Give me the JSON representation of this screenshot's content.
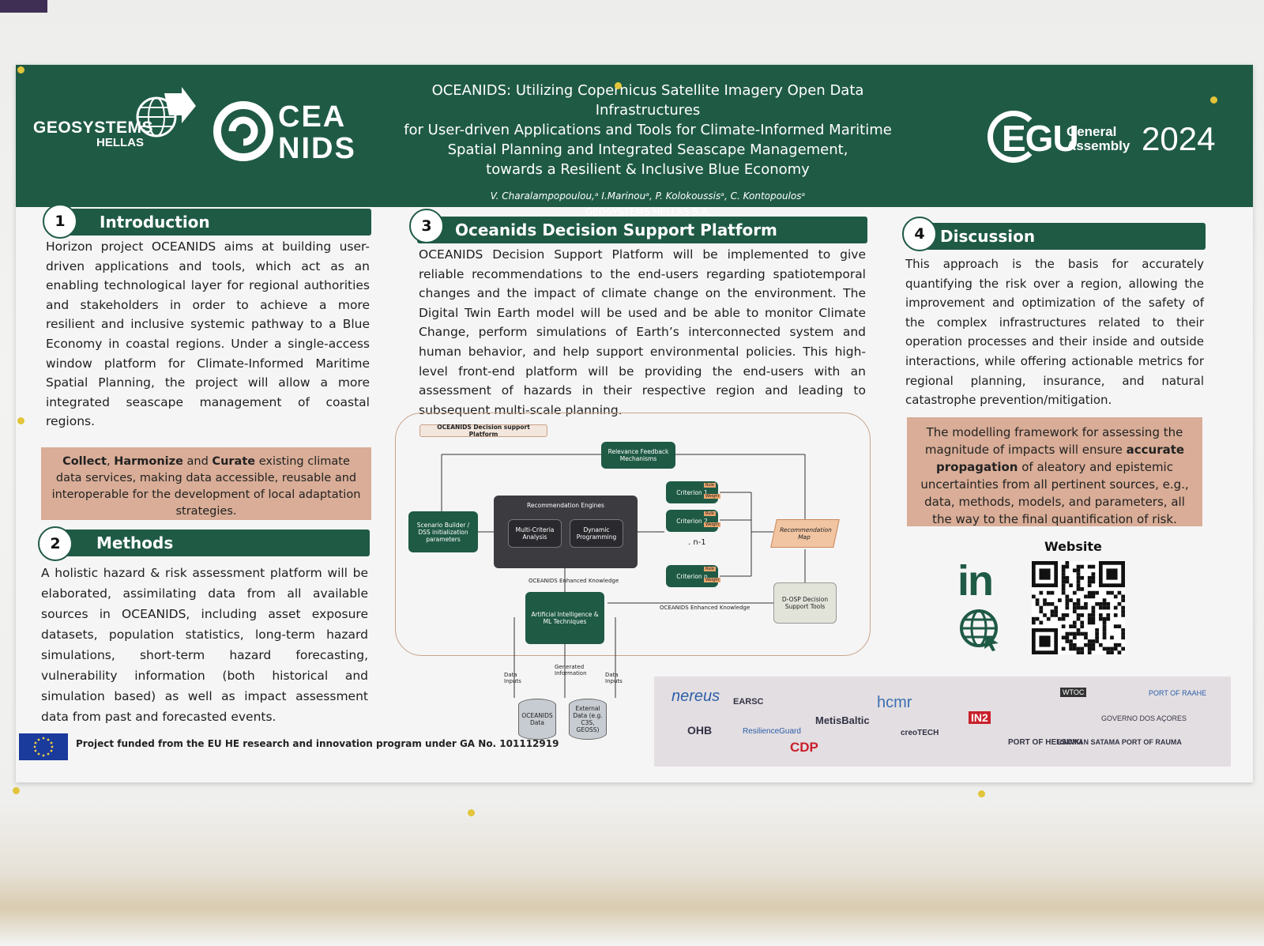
{
  "header": {
    "geosystems_logo": {
      "line1": "GEOSYSTEMS",
      "line2": "HELLAS"
    },
    "oceanids_logo": {
      "line1": "CEA",
      "line2": "NIDS"
    },
    "title_lines": [
      "OCEANIDS: Utilizing Copernicus Satellite Imagery Open Data Infrastructures",
      "for User-driven Applications and Tools for Climate-Informed Maritime",
      "Spatial Planning and Integrated Seascape Management,",
      "towards a Resilient & Inclusive Blue Economy"
    ],
    "authors": "V. Charalampopoulou,ᵃ I.Marinouᵃ, P. Kolokoussisᵃ, C. Kontopoulosᵃ",
    "organization": "GEOSYSTEMS HELLAS S.A.",
    "egu_logo": {
      "egu": "EGU",
      "general": "General",
      "assembly": "Assembly",
      "year": "2024"
    }
  },
  "sections": {
    "introduction": {
      "number": "1",
      "title": "Introduction",
      "text": "Horizon project OCEANIDS aims at building user-driven applications and tools, which act as an enabling technological layer for regional authorities and stakeholders in order to achieve a more resilient and inclusive systemic pathway to a Blue Economy in coastal regions. Under a single-access window platform for Climate-Informed Maritime Spatial Planning, the project will allow a more integrated seascape management of coastal regions.",
      "highlight": {
        "w1": "Collect",
        "sep1": ", ",
        "w2": "Harmonize",
        "sep2": " and ",
        "w3": "Curate",
        "rest": " existing climate data services, making data accessible, reusable and interoperable for the development of local adaptation strategies."
      }
    },
    "methods": {
      "number": "2",
      "title": "Methods",
      "text": "A holistic hazard & risk assessment platform will be elaborated, assimilating data from all available sources in OCEANIDS, including asset exposure datasets, population statistics, long-term hazard simulations, short-term hazard forecasting, vulnerability information (both historical and simulation based) as well as impact assessment data from past and forecasted events."
    },
    "platform": {
      "number": "3",
      "title": "Oceanids Decision Support Platform",
      "text": "OCEANIDS Decision Support Platform will be implemented to give reliable recommendations to the end-users regarding spatiotemporal changes and the impact of climate change on the environment. The Digital Twin Earth model will be used and be able to monitor Climate Change, perform simulations of Earth’s interconnected system and human behavior, and help support environmental policies.  This high-level front-end platform will be providing the end-users with an assessment of hazards in their respective region and leading to subsequent multi-scale planning."
    },
    "discussion": {
      "number": "4",
      "title": "Discussion",
      "text": "This approach is the basis for accurately quantifying the risk over a region, allowing the improvement and optimization of the safety of the complex infrastructures related to their operation processes and their inside and outside interactions, while offering actionable metrics for regional planning, insurance, and natural catastrophe prevention/mitigation.",
      "highlight": {
        "pre": "The modelling framework for assessing the magnitude of impacts will ensure ",
        "bold": "accurate propagation",
        "post": " of aleatory and epistemic uncertainties from all pertinent sources, e.g., data, methods, models, and parameters, all the way to the final quantification of risk."
      }
    }
  },
  "diagram": {
    "title": "OCEANIDS Decision support Platform",
    "relevance": "Relevance Feedback Mechanisms",
    "scenario": "Scenario Builder / DSS initialization parameters",
    "engines": "Recommendation Engines",
    "mca": "Multi-Criteria Analysis",
    "dp": "Dynamic Programming",
    "criteria": [
      "Criterion 1",
      "Criterion 2",
      "Criterion n"
    ],
    "rule": "Rule",
    "weight": "Weight",
    "ellipsis": ". n-1",
    "map": "Recommendation Map",
    "ai": "Artificial Intelligence & ML Techniques",
    "dosp": "D-OSP Decision Support Tools",
    "knowledge1": "OCEANIDS Enhanced Knowledge",
    "knowledge2": "OCEANIDS Enhanced Knowledge",
    "data_inputs": "Data Inputs",
    "generated": "Generated Information",
    "oceanids_data": "OCEANIDS Data",
    "external_data": "External Data (e.g. C3S, GEOSS)"
  },
  "website": {
    "label": "Website",
    "linkedin": "in"
  },
  "partners": [
    "nereus",
    "EARSC",
    "hcmr",
    "OHB",
    "ResilienceGuard",
    "MetisBaltic",
    "CDP",
    "IN2",
    "PORT OF RAAHE",
    "GOVERNO DOS AÇORES",
    "PORT OF HELSINKI",
    "RAUMAN SATAMA PORT OF RAUMA",
    "creoTECH",
    "WTOC"
  ],
  "footer": {
    "funding": "Project funded from the EU HE research and innovation program under GA No. 101112919"
  },
  "colors": {
    "header_green": "#1f5a45",
    "highlight": "#d9ad97",
    "poster_bg": "#f5f5f6"
  }
}
